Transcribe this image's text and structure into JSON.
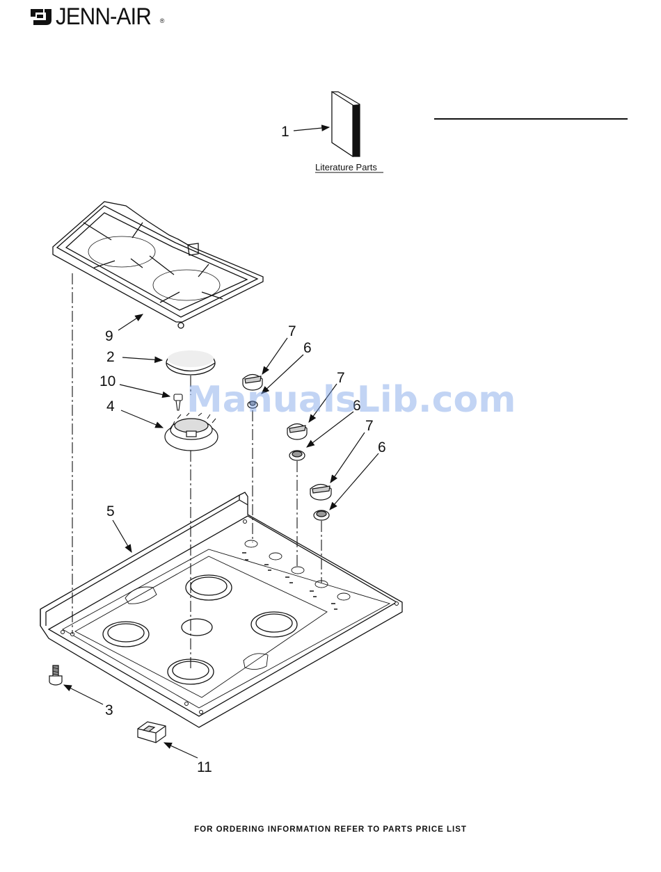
{
  "brand": {
    "name": "JENN-AIR",
    "reg": "®"
  },
  "watermark": "ManualsLib.com",
  "footer": "FOR ORDERING INFORMATION REFER TO PARTS PRICE LIST",
  "literature_label": "Literature Parts",
  "callouts": {
    "c1": "1",
    "c9": "9",
    "c2": "2",
    "c10": "10",
    "c4": "4",
    "c7a": "7",
    "c6a": "6",
    "c7b": "7",
    "c6b": "6",
    "c7c": "7",
    "c6c": "6",
    "c5": "5",
    "c3": "3",
    "c11": "11"
  }
}
